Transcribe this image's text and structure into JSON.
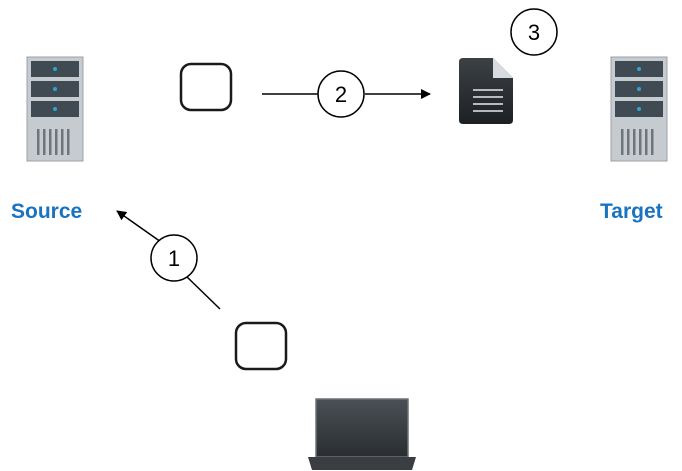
{
  "source": {
    "label": "Source",
    "icon": "server-icon"
  },
  "target": {
    "label": "Target",
    "icon": "server-icon"
  },
  "client": {
    "icon": "laptop-icon"
  },
  "document": {
    "icon": "document-icon"
  },
  "steps": [
    {
      "number": "1"
    },
    {
      "number": "2"
    },
    {
      "number": "3"
    }
  ],
  "colors": {
    "label": "#1a73c0",
    "server_body": "#c6cbcf",
    "server_bay": "#3f4a53",
    "server_led": "#2fa3d6",
    "document": "#2b2f33",
    "laptop": "#2e3134",
    "line": "#000000"
  }
}
